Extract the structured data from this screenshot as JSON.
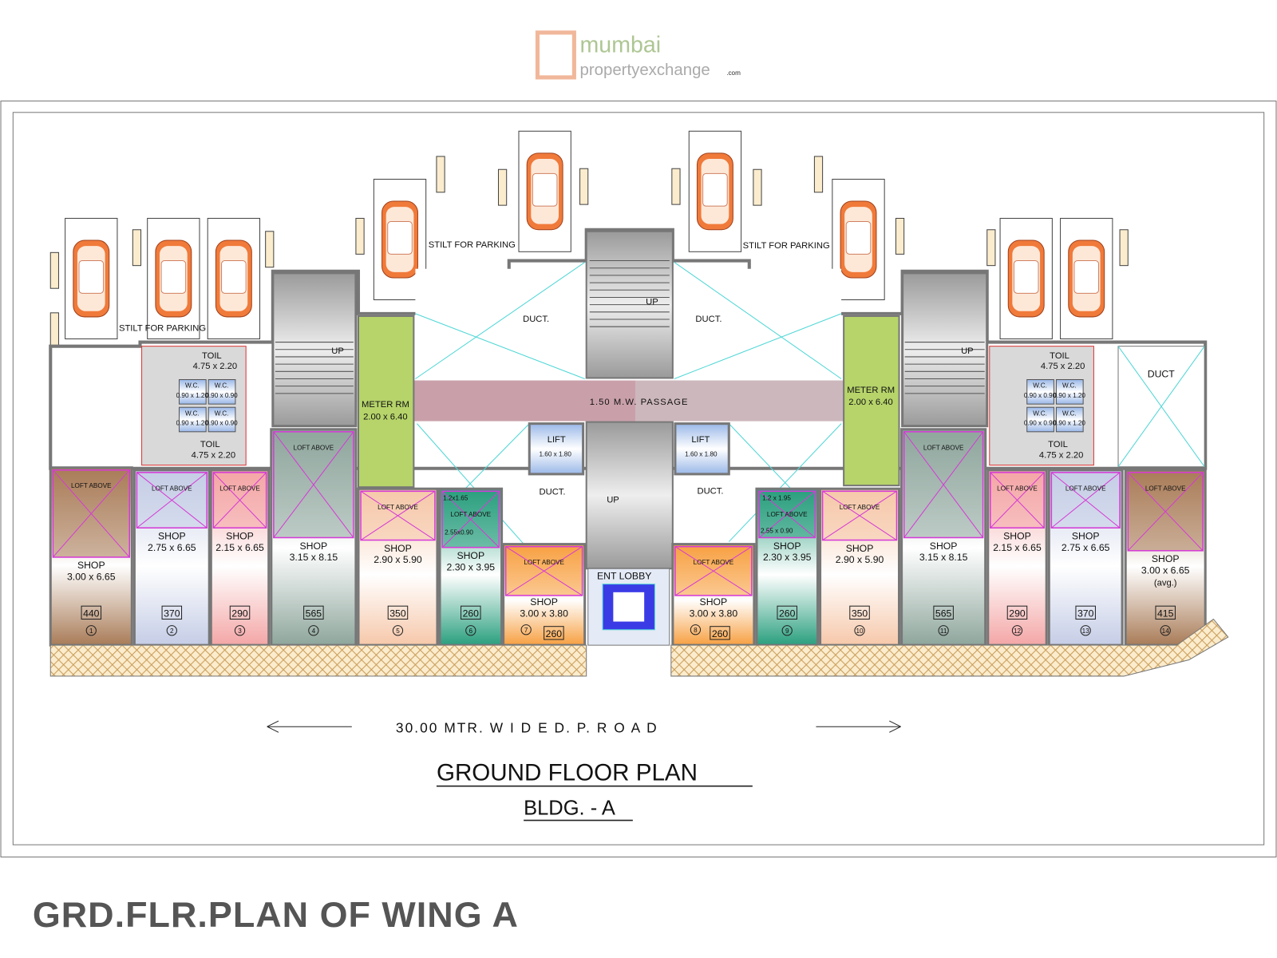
{
  "plan": {
    "title": "GROUND FLOOR PLAN",
    "subtitle": "BLDG. - A",
    "caption": "GRD.FLR.PLAN OF WING A",
    "road_label": "30.00  MTR.  W I D E  D. P.  R O A D",
    "watermark": {
      "line1": "mumbai",
      "line2": "propertyexchange",
      "suffix": ".com"
    }
  },
  "labels": {
    "stilt_parking": "STILT FOR PARKING",
    "duct": "DUCT.",
    "duct_plain": "DUCT",
    "up": "UP",
    "passage": "1.50 M.W. PASSAGE",
    "meter_room": "METER RM",
    "meter_room_size": "2.00 x 6.40",
    "lift": "LIFT",
    "lift_size": "1.60 x 1.80",
    "toilet": "TOIL",
    "toilet_size": "4.75 x 2.20",
    "wc": "W.C.",
    "wc_size_a": "0.90 x 1.20",
    "wc_size_b": "0.90 x 0.90",
    "ent_lobby": "ENT   LOBBY",
    "loft_above": "LOFT ABOVE",
    "loft_small_left": "1.2x1.65",
    "loft_small_left2": "2.55x0.90",
    "loft_small_right": "1.2 x 1.95",
    "loft_small_right2": "2.55 x 0.90",
    "avg": "(avg.)",
    "shop": "SHOP"
  },
  "shops": [
    {
      "no": "1",
      "size": "3.00 x 6.65",
      "area": "440",
      "color": "#a97c58"
    },
    {
      "no": "2",
      "size": "2.75 x 6.65",
      "area": "370",
      "color": "#c5cde6"
    },
    {
      "no": "3",
      "size": "2.15 x 6.65",
      "area": "290",
      "color": "#f4a6a6"
    },
    {
      "no": "4",
      "size": "3.15 x 8.15",
      "area": "565",
      "color": "#8ea69c"
    },
    {
      "no": "5",
      "size": "2.90 x 5.90",
      "area": "350",
      "color": "#f6c8aa"
    },
    {
      "no": "6",
      "size": "2.30 x 3.95",
      "area": "260",
      "color": "#2a9f7e"
    },
    {
      "no": "7",
      "size": "3.00 x 3.80",
      "area": "260",
      "color": "#f7a041"
    },
    {
      "no": "8",
      "size": "3.00 x 3.80",
      "area": "260",
      "color": "#f7a041"
    },
    {
      "no": "9",
      "size": "2.30 x 3.95",
      "area": "260",
      "color": "#2a9f7e"
    },
    {
      "no": "10",
      "size": "2.90 x 5.90",
      "area": "350",
      "color": "#f6c8aa"
    },
    {
      "no": "11",
      "size": "3.15 x 8.15",
      "area": "565",
      "color": "#8ea69c"
    },
    {
      "no": "12",
      "size": "2.15 x 6.65",
      "area": "290",
      "color": "#f4a6a6"
    },
    {
      "no": "13",
      "size": "2.75 x 6.65",
      "area": "370",
      "color": "#c5cde6"
    },
    {
      "no": "14",
      "size": "3.00 x 6.65",
      "area": "415",
      "color": "#a97c58"
    }
  ],
  "colors": {
    "meter_room": "#b6d46a",
    "passage": "#c9a0aa",
    "loft_line": "#d63ad6",
    "duct_line": "#4fd6d6",
    "car": "#f07a3a",
    "wall": "#808080"
  }
}
